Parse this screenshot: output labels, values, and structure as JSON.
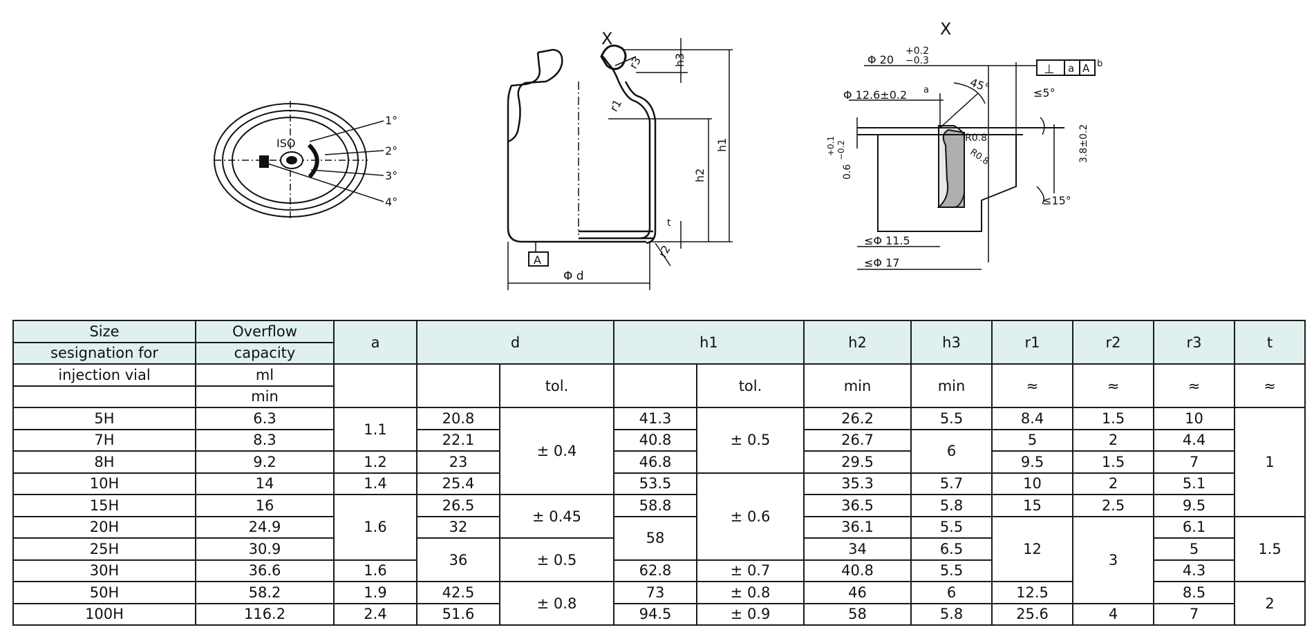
{
  "drawing_labels": {
    "x_mark_1": "X",
    "x_mark_2": "X",
    "iso": "ISO",
    "mark_1": "1°",
    "mark_2": "2°",
    "mark_3": "3°",
    "mark_4": "4°",
    "h1": "h1",
    "h2": "h2",
    "h3": "h3",
    "r1": "r1",
    "r2": "r2",
    "r3": "r3",
    "t": "t",
    "datum_a": "A",
    "phi_d": "Φ d",
    "phi20": "Φ 20",
    "phi20_tol_plus": "+0.2",
    "phi20_tol_minus": "−0.3",
    "perp": "⊥",
    "ref_a": "a",
    "ref_A": "A",
    "ref_b": "b",
    "phi126": "Φ 12.6±0.2",
    "phi126_sup": "a",
    "angle45": "45°",
    "angle5": "≤5°",
    "r08_1": "R0.8",
    "r08_2": "R0.8",
    "dim38": "3.8±0.2",
    "angle15": "≤15°",
    "dim06": "0.6",
    "dim06_plus": "+0.1",
    "dim06_minus": "−0.2",
    "phi115": "≤Φ 11.5",
    "phi17": "≤Φ 17"
  },
  "table": {
    "header": {
      "size_line1": "Size",
      "size_line2": "sesignation for",
      "size_line3": "injection vial",
      "overflow_line1": "Overflow",
      "overflow_line2": "capacity",
      "overflow_unit": "ml",
      "overflow_min": "min",
      "a": "a",
      "d": "d",
      "h1": "h1",
      "h2": "h2",
      "h3": "h3",
      "r1": "r1",
      "r2": "r2",
      "r3": "r3",
      "t": "t",
      "d_tol": "tol.",
      "h1_tol": "tol.",
      "h2_min": "min",
      "h3_min": "min",
      "r1_approx": "≈",
      "r2_approx": "≈",
      "r3_approx": "≈",
      "t_approx": "≈"
    },
    "size": [
      "5H",
      "7H",
      "8H",
      "10H",
      "15H",
      "20H",
      "25H",
      "30H",
      "50H",
      "100H"
    ],
    "overflow": [
      "6.3",
      "8.3",
      "9.2",
      "14",
      "16",
      "24.9",
      "30.9",
      "36.6",
      "58.2",
      "116.2"
    ],
    "a": {
      "r1": "1.1",
      "r3": "1.2",
      "r4": "1.4",
      "r5": "1.6",
      "r8": "1.6",
      "r9": "1.9",
      "r10": "2.4"
    },
    "d": [
      "20.8",
      "22.1",
      "23",
      "25.4",
      "26.5",
      "32",
      "36",
      "42.5",
      "51.6"
    ],
    "d_tol": [
      "± 0.4",
      "± 0.45",
      "± 0.5",
      "± 0.8"
    ],
    "h1": [
      "41.3",
      "40.8",
      "46.8",
      "53.5",
      "58.8",
      "58",
      "62.8",
      "73",
      "94.5"
    ],
    "h1_tol": [
      "± 0.5",
      "± 0.6",
      "± 0.7",
      "± 0.8",
      "± 0.9"
    ],
    "h2": [
      "26.2",
      "26.7",
      "29.5",
      "35.3",
      "36.5",
      "36.1",
      "34",
      "40.8",
      "46",
      "58"
    ],
    "h3": [
      "5.5",
      "6",
      "5.7",
      "5.8",
      "5.5",
      "6.5",
      "5.5",
      "6",
      "5.8"
    ],
    "r1": [
      "8.4",
      "5",
      "9.5",
      "10",
      "15",
      "12",
      "12.5",
      "25.6"
    ],
    "r2": [
      "1.5",
      "2",
      "1.5",
      "2",
      "2.5",
      "3",
      "4"
    ],
    "r3": [
      "10",
      "4.4",
      "7",
      "5.1",
      "9.5",
      "6.1",
      "5",
      "4.3",
      "8.5",
      "7"
    ],
    "t": [
      "1",
      "1.5",
      "2"
    ]
  }
}
